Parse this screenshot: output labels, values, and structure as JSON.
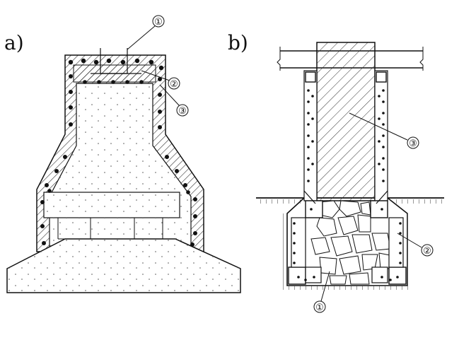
{
  "panels": [
    {
      "id": "a",
      "label": "a)"
    },
    {
      "id": "b",
      "label": "b)"
    }
  ],
  "callouts": {
    "a": [
      "①",
      "②",
      "③"
    ],
    "b": [
      "③",
      "②",
      "①"
    ]
  },
  "colors": {
    "line": "#111111",
    "hatch": "#333333",
    "fill": "#ffffff"
  }
}
